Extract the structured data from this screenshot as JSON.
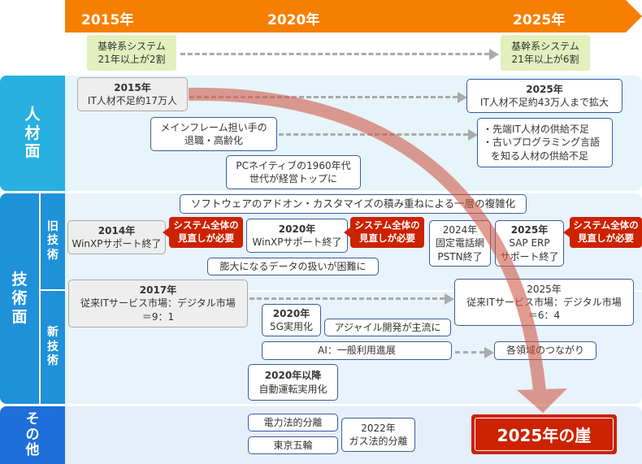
{
  "timeline": {
    "years": [
      "2015年",
      "2020年",
      "2025年"
    ],
    "color": "#f77f00"
  },
  "top": {
    "left": [
      "基幹系システム",
      "21年以上が2割"
    ],
    "right": [
      "基幹系システム",
      "21年以上が6割"
    ]
  },
  "sections": {
    "jinzai": [
      "人",
      "材",
      "面"
    ],
    "gijutsu": [
      "技",
      "術",
      "面"
    ],
    "old": [
      "旧",
      "技",
      "術"
    ],
    "new": [
      "新",
      "技",
      "術"
    ],
    "other": [
      "そ",
      "の",
      "他"
    ]
  },
  "jinzai": {
    "b2015": [
      "2015年",
      "IT人材不足約17万人"
    ],
    "b2025": [
      "2025年",
      "IT人材不足約43万人まで拡大"
    ],
    "mainframe": [
      "メインフレーム担い手の",
      "退職・高齢化"
    ],
    "shortage": [
      "・先端IT人材の供給不足",
      "・古いプログラミング言語",
      "を知る人材の供給不足"
    ],
    "pc": [
      "PCネイティブの1960年代",
      "世代が経営トップに"
    ]
  },
  "tech": {
    "software": "ソフトウェアのアドオン・カスタマイズの積み重ねによる一層の複雑化",
    "b2014": [
      "2014年",
      "WinXPサポート終了"
    ],
    "b2020": [
      "2020年",
      "WinXPサポート終了"
    ],
    "b2024": [
      "2024年",
      "固定電話網",
      "PSTN終了"
    ],
    "sap": [
      "2025年",
      "SAP ERP",
      "サポート終了"
    ],
    "review": [
      "システム全体の",
      "見直しが必要"
    ],
    "data": "膨大になるデータの扱いが困難に",
    "b2017": [
      "2017年",
      "従来ITサービス市場：デジタル市場",
      "＝9：1"
    ],
    "b2025s": [
      "2025年",
      "従来ITサービス市場：デジタル市場",
      "＝6：4"
    ],
    "g5": [
      "2020年",
      "5G実用化"
    ],
    "agile": "アジャイル開発が主流に",
    "ai": "AI：一般利用進展",
    "connect": "各領域のつながり",
    "auto": [
      "2020年以降",
      "自動運転実用化"
    ]
  },
  "other": {
    "power": "電力法的分離",
    "olympics": "東京五輪",
    "gas": [
      "2022年",
      "ガス法的分離"
    ]
  },
  "cliff": "2025年の崖"
}
